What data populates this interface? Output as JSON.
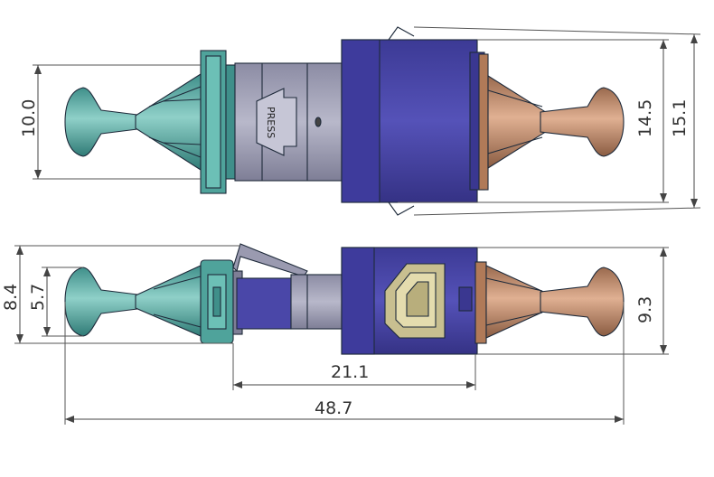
{
  "drawing": {
    "top_view": {
      "dimensions": {
        "clip_height": "10.0",
        "body_height": "14.5",
        "overall_height": "15.1"
      },
      "press_label": "PRESS"
    },
    "side_view": {
      "dimensions": {
        "clip_height": "8.4",
        "ferrule_height": "5.7",
        "body_height": "9.3",
        "housing_length": "21.1",
        "overall_length": "48.7"
      }
    }
  },
  "colors": {
    "teal_cap": "#5fb0a8",
    "copper_cap": "#c08a68",
    "blue_body": "#4a47a8",
    "grey_ferrule": "#9f9fb4",
    "latch_beige": "#c8bf90",
    "dimension": "#444444"
  }
}
